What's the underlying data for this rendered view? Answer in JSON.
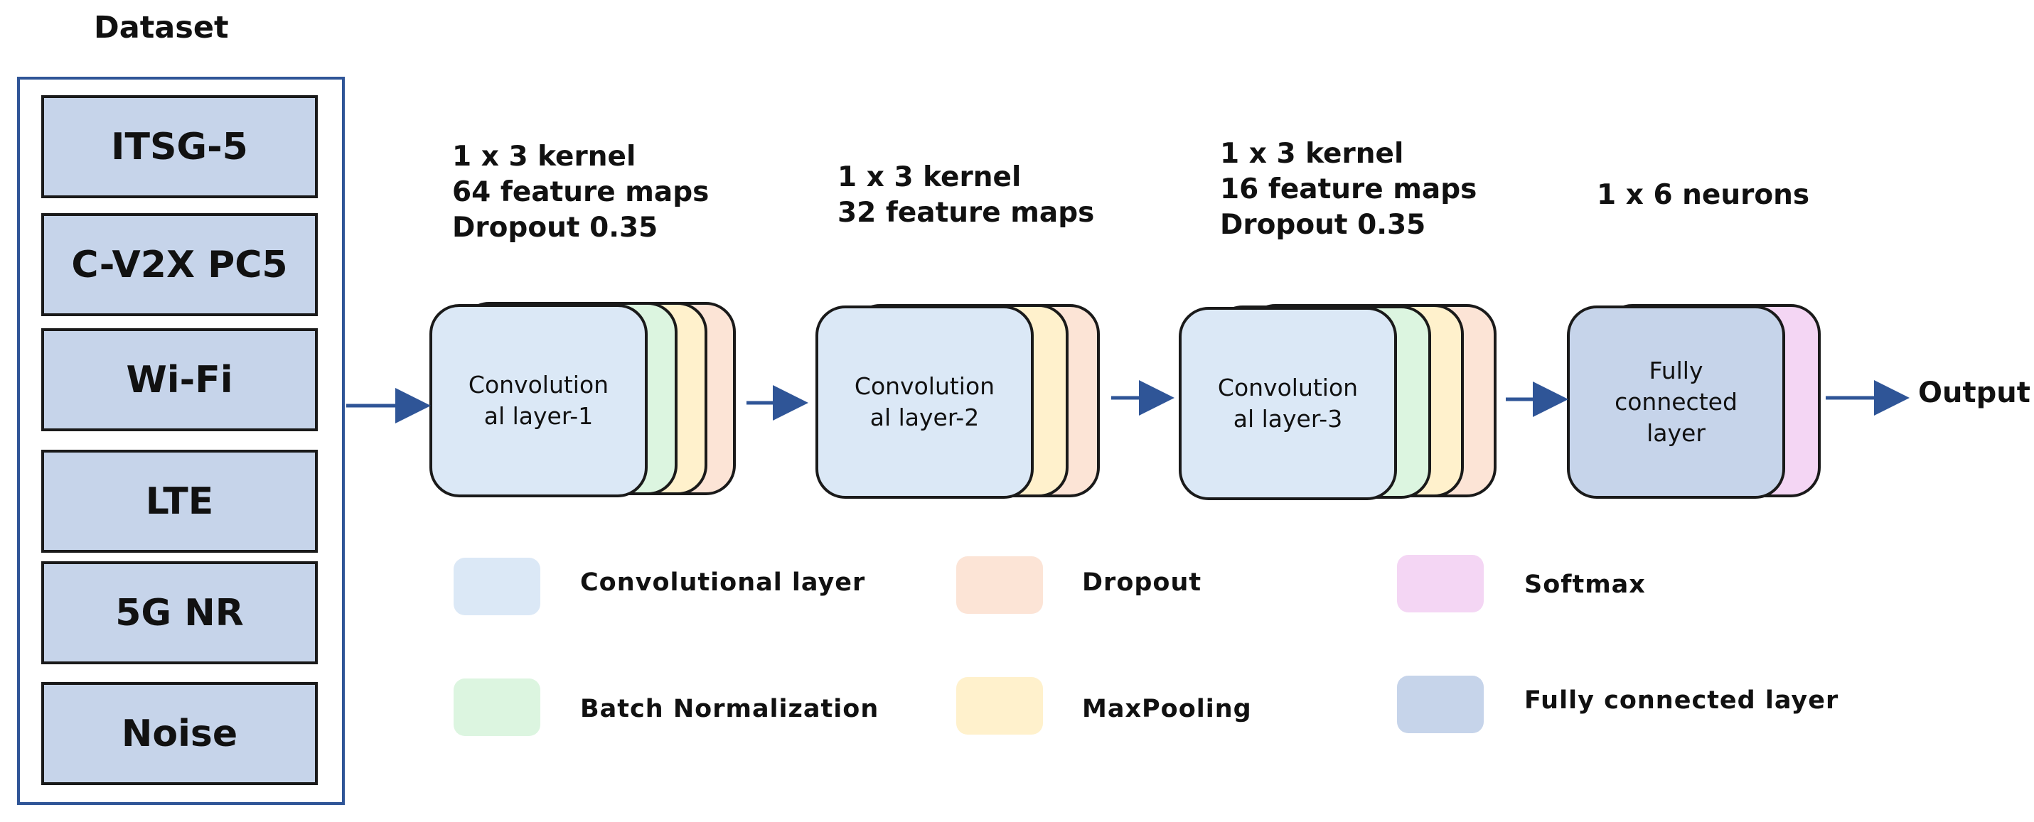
{
  "dataset": {
    "title": "Dataset",
    "items": [
      "ITSG-5",
      "C-V2X PC5",
      "Wi-Fi",
      "LTE",
      "5G NR",
      "Noise"
    ]
  },
  "layers": [
    {
      "name": "Convolution\nal layer-1",
      "annotation": "1 x 3 kernel\n64 feature maps\nDropout 0.35"
    },
    {
      "name": "Convolution\nal layer-2",
      "annotation": "1 x 3 kernel\n32 feature maps"
    },
    {
      "name": "Convolution\nal layer-3",
      "annotation": "1 x 3 kernel\n16 feature maps\nDropout 0.35"
    },
    {
      "name": "Fully\nconnected\nlayer",
      "annotation": "1 x 6 neurons"
    }
  ],
  "output": {
    "label": "Output"
  },
  "legend": [
    {
      "label": "Convolutional layer"
    },
    {
      "label": "Dropout"
    },
    {
      "label": "Softmax"
    },
    {
      "label": "Batch Normalization"
    },
    {
      "label": "MaxPooling"
    },
    {
      "label": "Fully connected layer"
    }
  ],
  "colors": {
    "convolutional": "#dbe8f6",
    "batch_norm": "#dcf5e0",
    "maxpooling": "#fff1cc",
    "dropout": "#fce4d6",
    "softmax": "#f4d6f4",
    "fully_connected": "#c6d4ea",
    "arrow": "#2f5597",
    "frame": "#2f5597"
  }
}
